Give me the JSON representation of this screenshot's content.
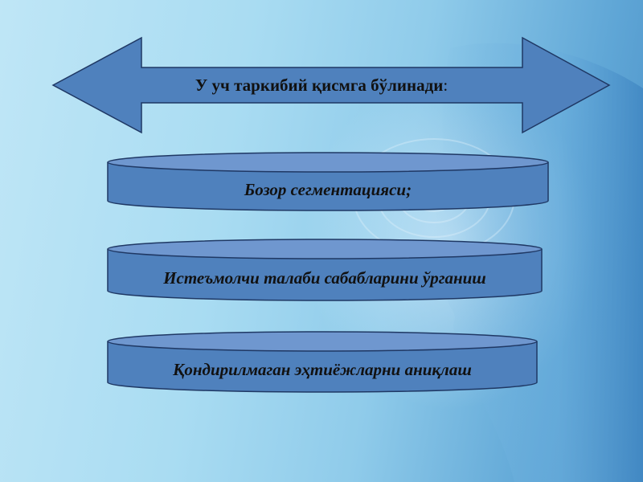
{
  "header_arrow": {
    "title": "У уч таркибий қисмга бўлинади",
    "title_suffix": ":"
  },
  "components": [
    {
      "label": "Бозор сегментацияси;"
    },
    {
      "label": "Истеъмолчи талаби сабабларини ўрганиш"
    },
    {
      "label": "Қондирилмаган эҳтиёжларни аниқлаш"
    }
  ],
  "colors": {
    "shape_fill": "#4f81bd",
    "shape_top": "#6f97cf",
    "shape_stroke": "#1f3864",
    "text": "#111111"
  }
}
